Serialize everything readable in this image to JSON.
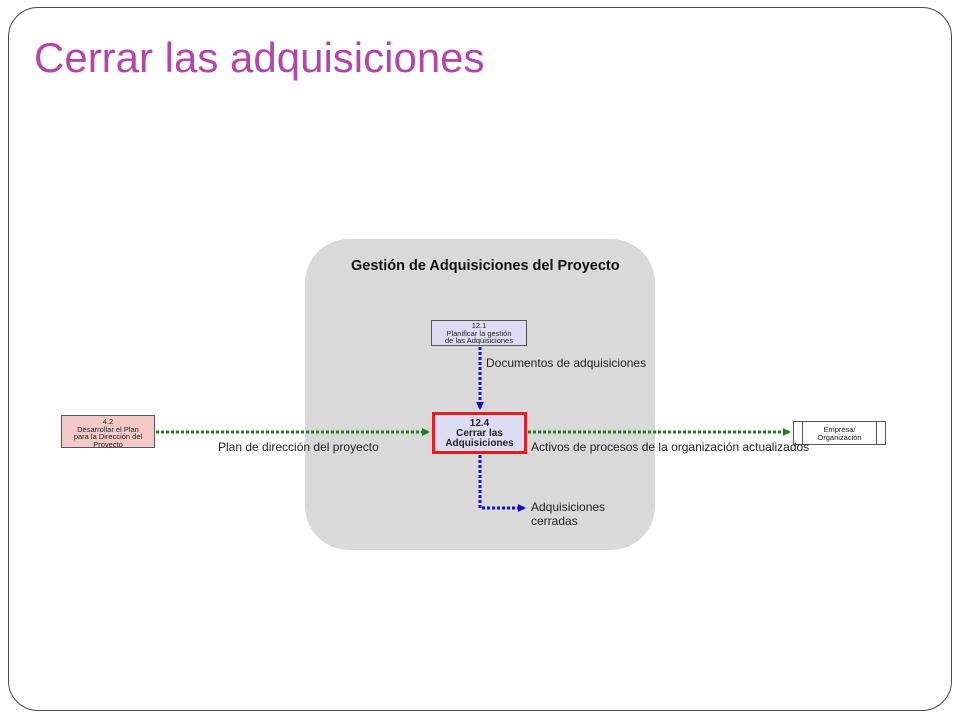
{
  "slide": {
    "title": "Cerrar las adquisiciones"
  },
  "diagram": {
    "group_title": "Gestión de Adquisiciones del Proyecto",
    "processes": {
      "p12_1": {
        "id": "12.1",
        "line1": "Planificar la gestión",
        "line2": "de las Adquisiciones"
      },
      "p4_2": {
        "id": "4.2",
        "line1": "Desarrollar el Plan",
        "line2": "para la Dirección del",
        "line3": "Proyecto"
      },
      "p12_4": {
        "id": "12.4",
        "line1": "Cerrar las",
        "line2": "Adquisiciones"
      },
      "external": {
        "line1": "Empresa/",
        "line2": "Organización"
      }
    },
    "flows": {
      "docs": "Documentos de adquisiciones",
      "plan": "Plan de dirección del proyecto",
      "activos": "Activos de procesos de la organización actualizados",
      "cerradas_line1": "Adquisiciones",
      "cerradas_line2": "cerradas"
    },
    "colors": {
      "title": "#b347a9",
      "group_bg": "#d9d9d9",
      "process_fill": "#dcdcf5",
      "integration_fill": "#f4c9c9",
      "focus_border": "#e81c1c",
      "input_arrow": "#1010d0",
      "output_arrow": "#208020"
    }
  }
}
